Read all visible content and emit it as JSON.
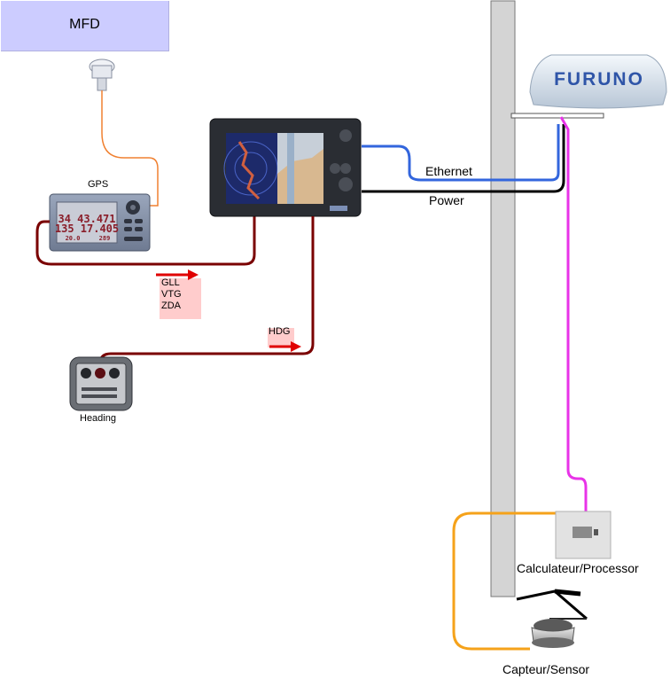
{
  "mfd_box": {
    "label": "MFD",
    "fill": "#ccccff"
  },
  "gps": {
    "caption": "GPS",
    "display_lines": [
      "34 43.471",
      "135 17.405",
      "20.0",
      "289"
    ]
  },
  "heading_sensor": {
    "caption": "Heading"
  },
  "sentences_gps": {
    "lines": [
      "GLL",
      "VTG",
      "ZDA"
    ]
  },
  "sentence_heading": {
    "label": "HDG"
  },
  "connections": {
    "ethernet_label": "Ethernet",
    "power_label": "Power",
    "ethernet_color": "#3366dd",
    "power_color": "#000000",
    "nmea_color": "#7a0000",
    "video_color": "#e833e8",
    "sensor_cable_color": "#f5a21a",
    "gps_antenna_cable_color": "#f08030"
  },
  "radar": {
    "brand": "FURUNO"
  },
  "processor": {
    "label": "Calculateur/Processor"
  },
  "sensor": {
    "label": "Capteur/Sensor"
  },
  "mast": {
    "fill": "#d4d4d4"
  }
}
